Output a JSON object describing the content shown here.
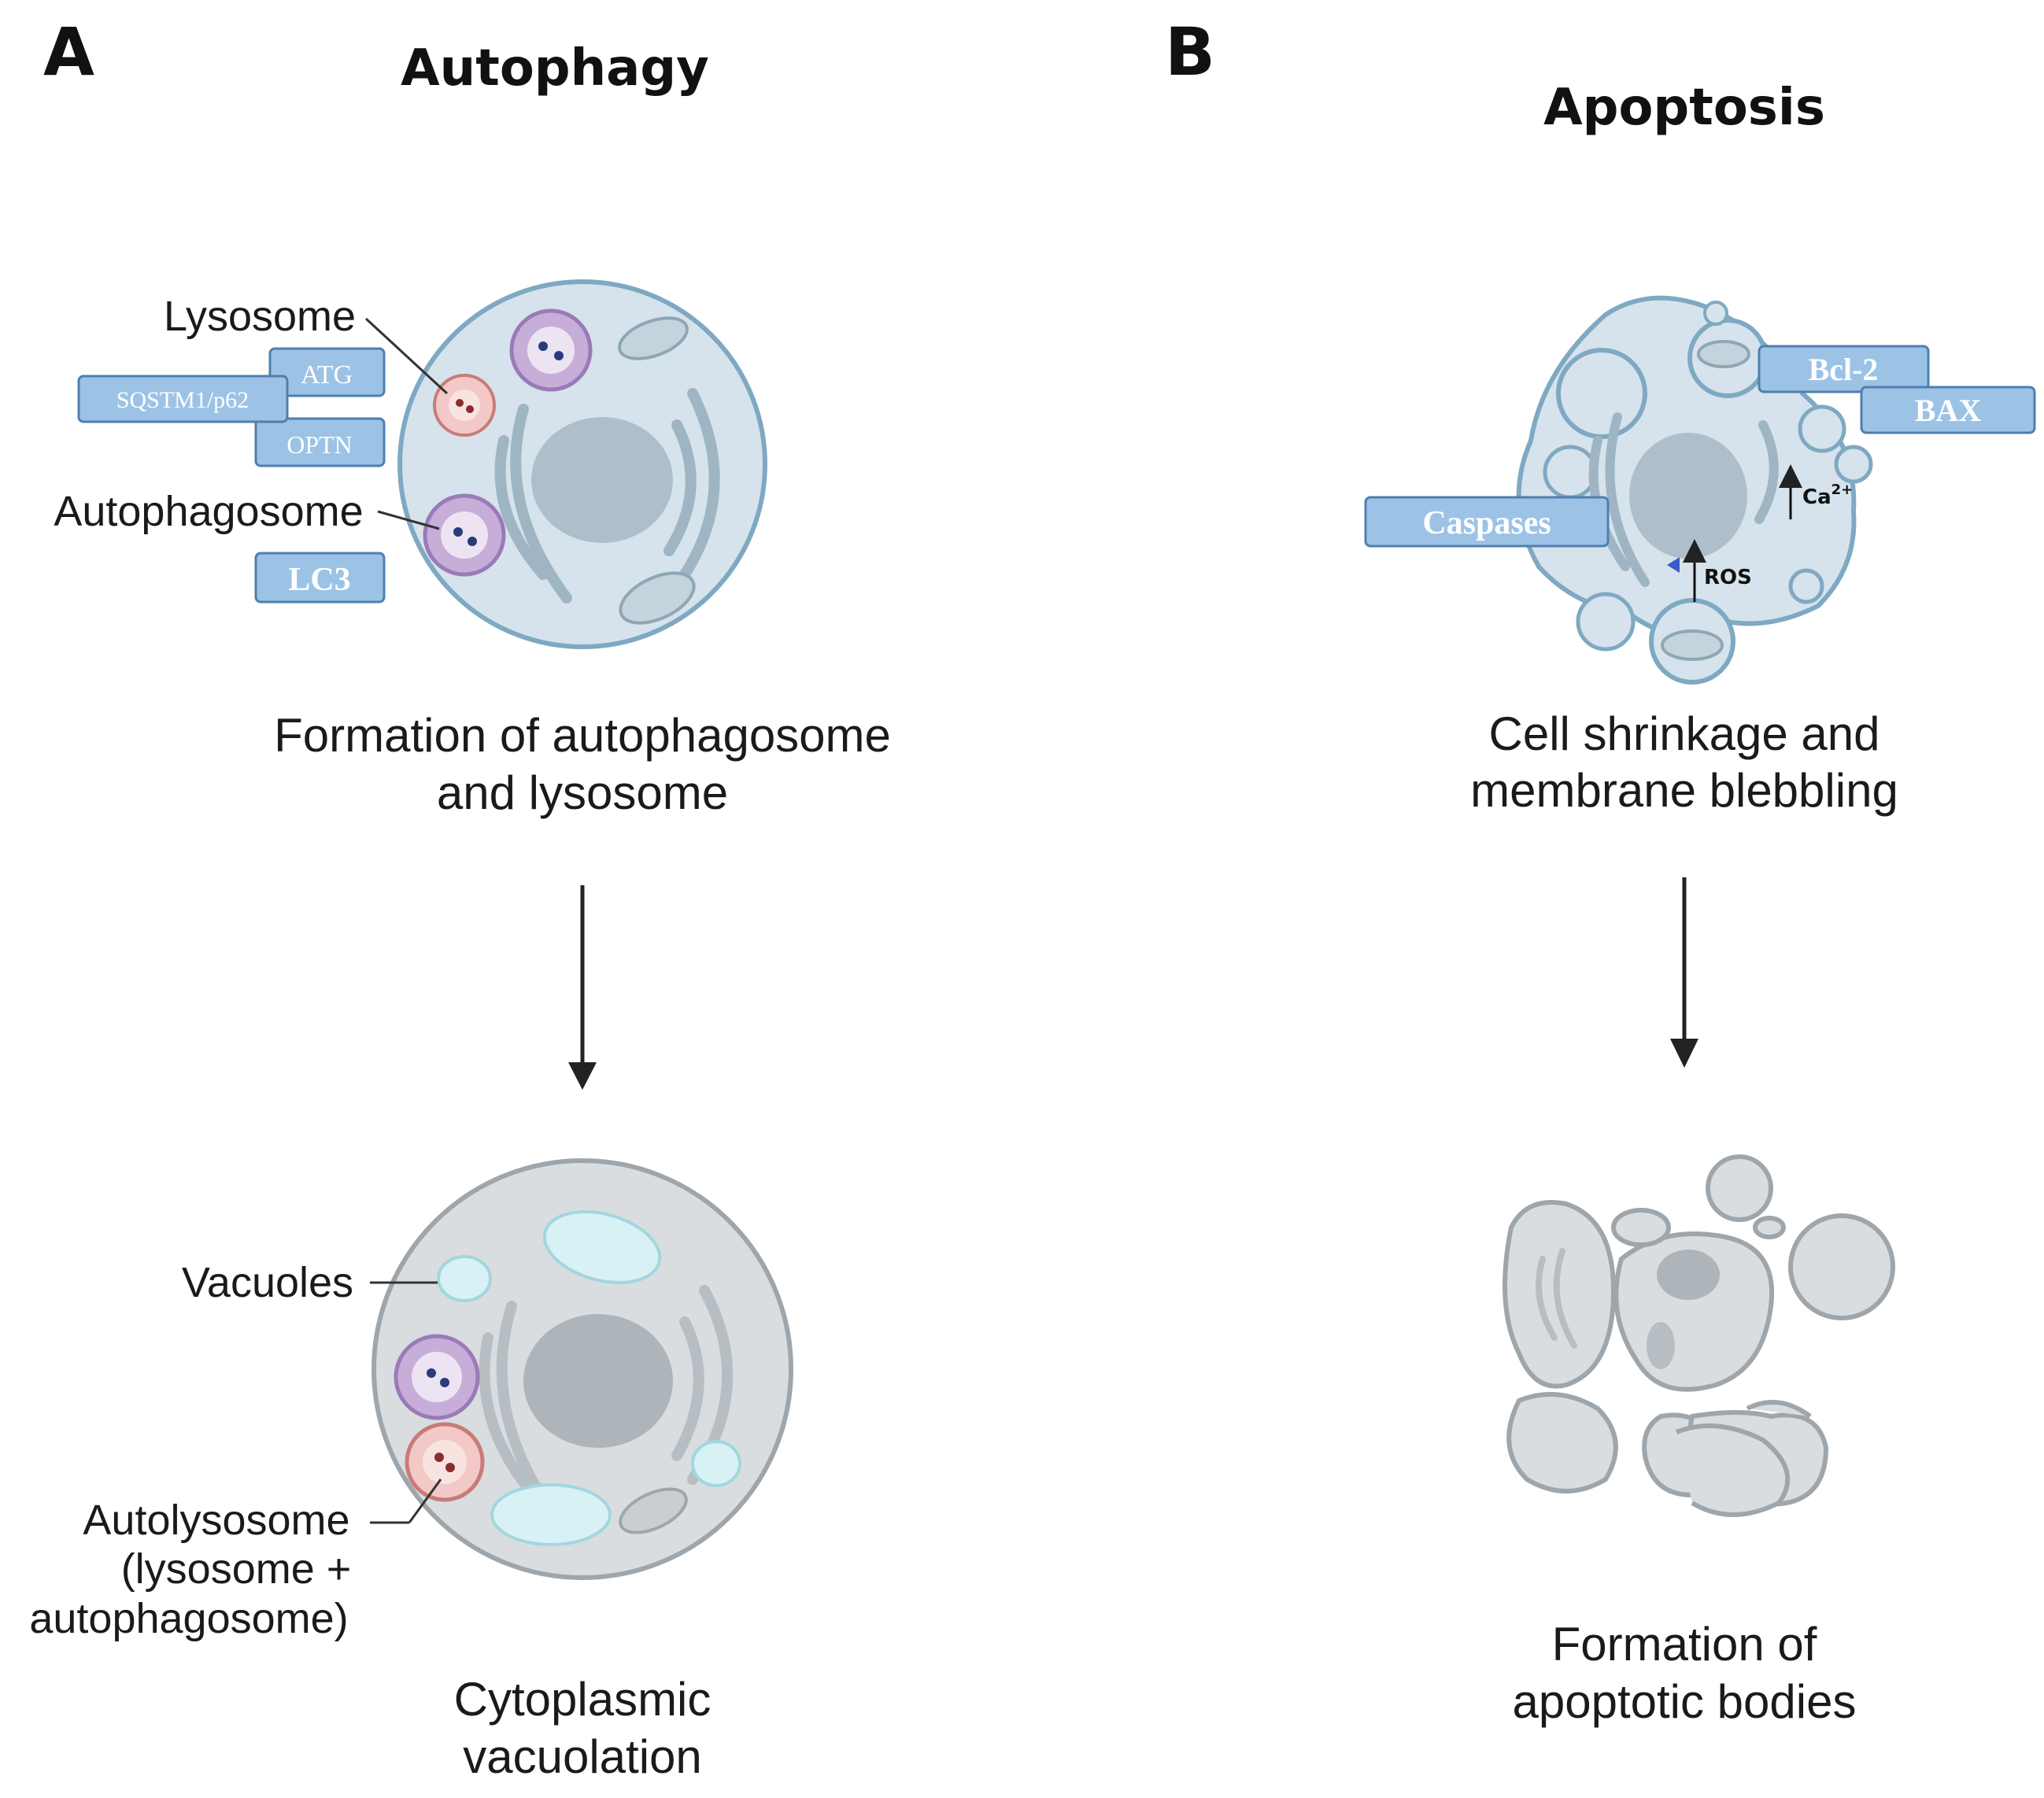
{
  "panel_a": {
    "letter": "A",
    "title": "Autophagy",
    "labels": {
      "lysosome": "Lysosome",
      "autophagosome": "Autophagosome",
      "vacuoles": "Vacuoles",
      "autolysosome_line1": "Autolysosome",
      "autolysosome_line2": "(lysosome +",
      "autolysosome_line3": "autophagosome)"
    },
    "tags": {
      "atg": "ATG",
      "sqstm1": "SQSTM1/p62",
      "optn": "OPTN",
      "lc3": "LC3"
    },
    "caption_top_line1": "Formation of autophagosome",
    "caption_top_line2": "and lysosome",
    "caption_bottom_line1": "Cytoplasmic",
    "caption_bottom_line2": "vacuolation"
  },
  "panel_b": {
    "letter": "B",
    "title": "Apoptosis",
    "tags": {
      "bcl2": "Bcl-2",
      "bax": "BAX",
      "caspases": "Caspases"
    },
    "markers": {
      "ca": "Ca",
      "ca_sup": "2+",
      "ros": "ROS"
    },
    "caption_top_line1": "Cell shrinkage and",
    "caption_top_line2": "membrane blebbling",
    "caption_bottom_line1": "Formation of",
    "caption_bottom_line2": "apoptotic bodies"
  },
  "colors": {
    "cell_fill_blue": "#d6e3ec",
    "cell_stroke_blue": "#7fa9c2",
    "cell_fill_grey": "#d9dde0",
    "cell_stroke_grey": "#9ea6ac",
    "nucleus": "#aebfcb",
    "lysosome": "#f2c9c6",
    "autophagosome": "#c7aed9",
    "vacuole": "#d8f1f5",
    "tag": "#9cc3e6"
  }
}
